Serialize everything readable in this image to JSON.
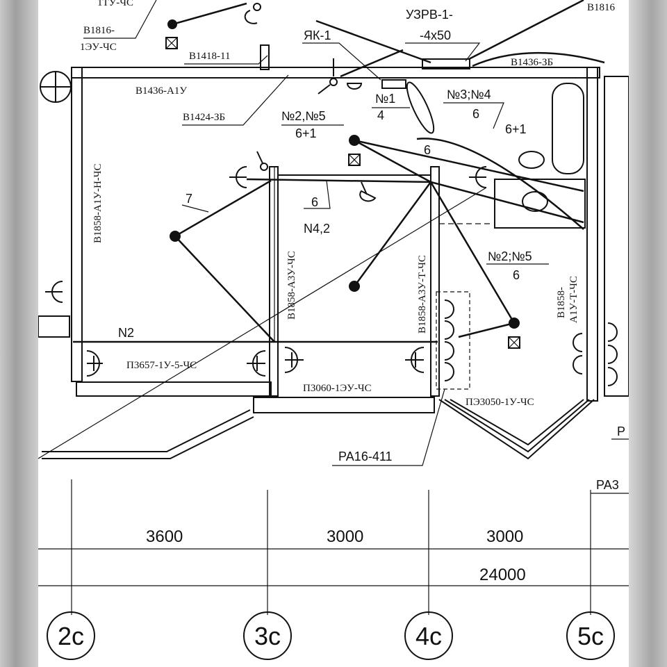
{
  "labels": {
    "top_left_partial": "1ТУ-ЧС",
    "b1816_1": "В1816-",
    "b1816_2": "1ЭУ-ЧС",
    "b1418": "В1418-11",
    "b1436_a1u": "В1436-А1У",
    "b1424": "В1424-ЗБ",
    "yak1": "ЯК-1",
    "uzrv_1": "УЗРВ-1-",
    "uzrv_2": "-4x50",
    "b1816_right": "В1816",
    "b1436_3b": "В1436-ЗБ",
    "n1": "№1",
    "n1_sub": "4",
    "n2n5_top": "№2,№5",
    "n2n5_top_sub": "6+1",
    "n3n4": "№3;№4",
    "n3n4_sub": "6",
    "six_plus_one": "6+1",
    "six_a": "6",
    "six_b": "6",
    "seven": "7",
    "n4_2": "N4,2",
    "n2n5_mid": "№2;№5",
    "n2n5_mid_sub": "6",
    "n2_left": "N2",
    "b1858_a1u_n": "В1858-А1У-Н-ЧС",
    "b1858_a3u": "В1858-А3У-ЧС",
    "b1858_a3u_t": "В1858-А3У-Т-ЧС",
    "b1858_a1u_t_1": "В1858-",
    "b1858_a1u_t_2": "А1У-Т-ЧС",
    "p3657": "П3657-1У-5-ЧС",
    "p3060": "П3060-1ЭУ-ЧС",
    "p3050": "ПЭ3050-1У-ЧС",
    "ra16": "РА16-411",
    "ra_right_1": "Р",
    "ra_right_2": "РА3"
  },
  "dimensions": {
    "d1": "3600",
    "d2": "3000",
    "d3": "3000",
    "total": "24000"
  },
  "axes": [
    "2с",
    "3с",
    "4с",
    "5с"
  ]
}
